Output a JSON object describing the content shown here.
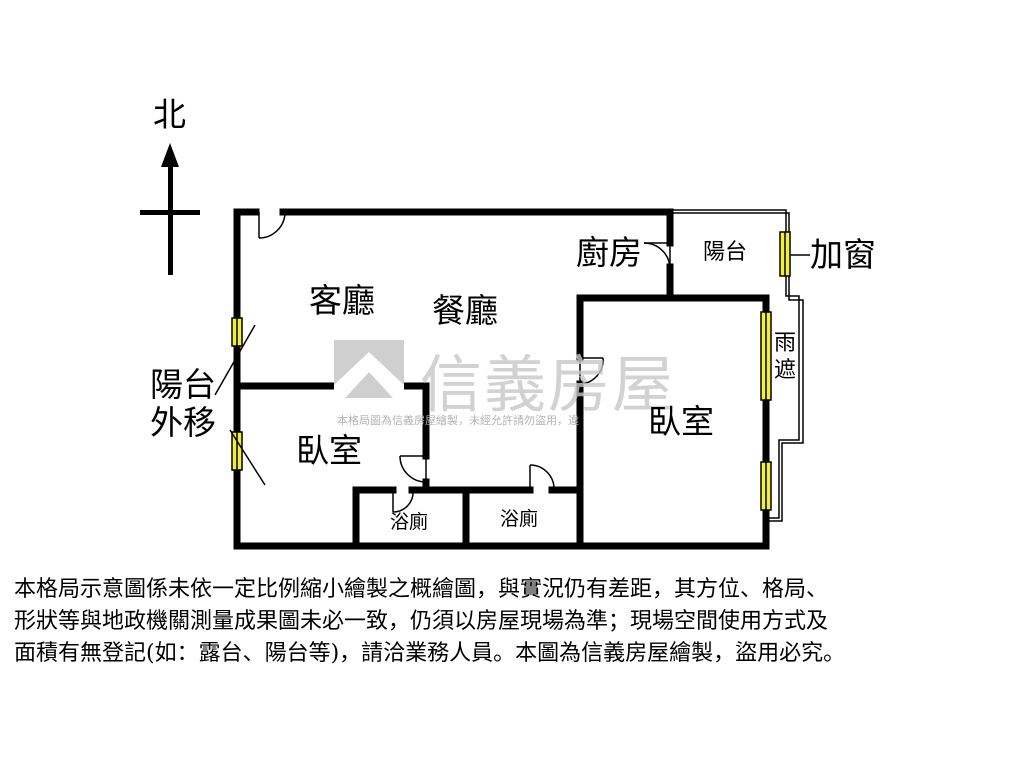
{
  "compass": {
    "north_label": "北"
  },
  "rooms": {
    "living_room": "客廳",
    "dining_room": "餐廳",
    "kitchen": "廚房",
    "balcony": "陽台",
    "added_window": "加窗",
    "rain_shelter": [
      "雨",
      "遮"
    ],
    "bedroom_left": "臥室",
    "bedroom_right": "臥室",
    "bathroom_left": "浴廁",
    "bathroom_right": "浴廁",
    "balcony_moved_out": [
      "陽台",
      "外移"
    ]
  },
  "watermark": {
    "brand": "信義房屋",
    "notice": "本格局圖為信義房屋繪製，未經允許請勿盜用，違"
  },
  "disclaimer": [
    "本格局示意圖係未依一定比例縮小繪製之概繪圖，與實況仍有差距，其方位、格局、",
    "形狀等與地政機關測量成果圖未必一致，仍須以房屋現場為準；現場空間使用方式及",
    "面積有無登記(如：露台、陽台等)，請洽業務人員。本圖為信義房屋繪製，盜用必究。"
  ],
  "colors": {
    "wall": "#000000",
    "window_fill": "#f2ee3c",
    "watermark": "#c8c8c8"
  }
}
